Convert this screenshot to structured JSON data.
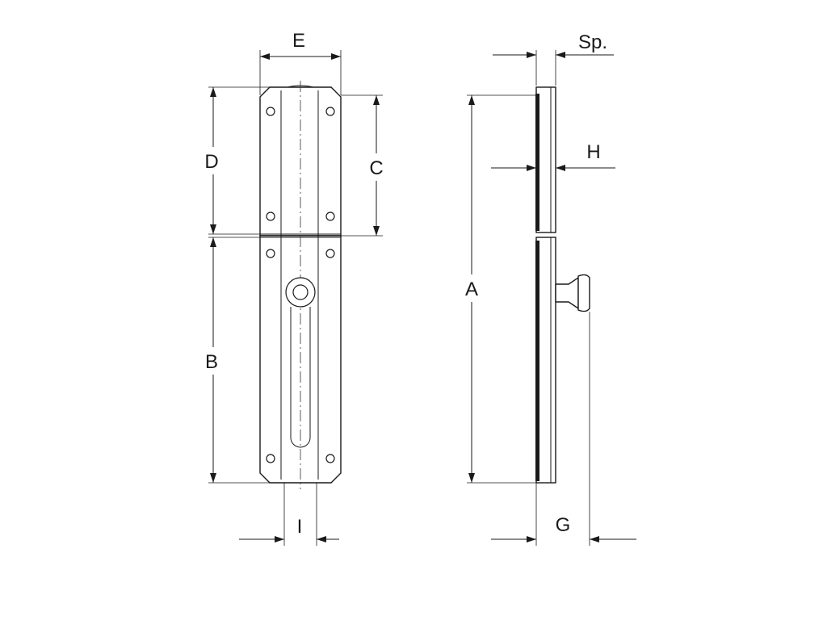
{
  "labels": {
    "E": "E",
    "Sp": "Sp.",
    "D": "D",
    "C": "C",
    "H": "H",
    "A": "A",
    "B": "B",
    "I": "I",
    "G": "G"
  }
}
